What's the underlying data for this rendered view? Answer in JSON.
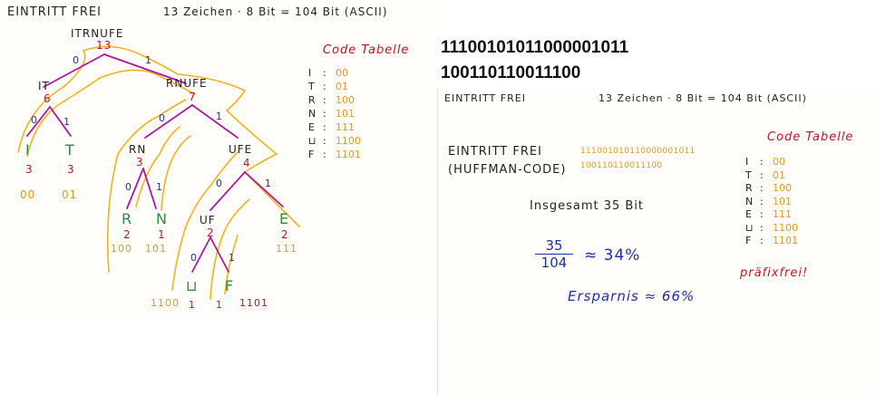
{
  "left_panel": {
    "header": "EINTRITT FREI",
    "header_count": "13 Zeichen · 8 Bit = 104 Bit (ASCII)",
    "root": {
      "label": "ITRNUFE",
      "weight": "13"
    },
    "edge_0": "0",
    "edge_1": "1",
    "node_it": {
      "label": "IT",
      "weight": "6"
    },
    "node_rnufe": {
      "label": "RNUFE",
      "weight": "7"
    },
    "node_rn": {
      "label": "RN",
      "weight": "3"
    },
    "node_ufe": {
      "label": "UFE",
      "weight": "4"
    },
    "node_uf": {
      "label": "UF",
      "weight": "2"
    },
    "leaf_i": {
      "label": "I",
      "weight": "3",
      "code": "00"
    },
    "leaf_t": {
      "label": "T",
      "weight": "3",
      "code": "01"
    },
    "leaf_r": {
      "label": "R",
      "weight": "2",
      "code": "100"
    },
    "leaf_n": {
      "label": "N",
      "weight": "1",
      "code": "101"
    },
    "leaf_e": {
      "label": "E",
      "weight": "2",
      "code": "111"
    },
    "leaf_space": {
      "label": "⊔",
      "weight": "1",
      "code": "1100"
    },
    "leaf_f": {
      "label": "F",
      "weight": "1",
      "code": "1101"
    },
    "code_table_title": "Code Tabelle",
    "code_table": [
      {
        "symbol": "I",
        "sep": ":",
        "code": "00"
      },
      {
        "symbol": "T",
        "sep": ":",
        "code": "01"
      },
      {
        "symbol": "R",
        "sep": ":",
        "code": "100"
      },
      {
        "symbol": "N",
        "sep": ":",
        "code": "101"
      },
      {
        "symbol": "E",
        "sep": ":",
        "code": "111"
      },
      {
        "symbol": "⊔",
        "sep": ":",
        "code": "1100"
      },
      {
        "symbol": "F",
        "sep": ":",
        "code": "1101"
      }
    ]
  },
  "bitstring": {
    "line1": "11100101011000001011",
    "line2": "100110110011100"
  },
  "right_panel": {
    "header": "EINTRITT FREI",
    "header_count": "13 Zeichen · 8 Bit = 104 Bit (ASCII)",
    "text_line1": "EINTRITT FREI",
    "text_line2": "(HUFFMAN-CODE)",
    "encoded_line1": "111001010110000001011",
    "encoded_line2": "100110110011100",
    "total_bits": "Insgesamt 35 Bit",
    "fraction_num": "35",
    "fraction_den": "104",
    "ratio": "≈ 34%",
    "savings": "Ersparnis ≈ 66%",
    "prefix_free": "präfixfrei!",
    "code_table_title": "Code Tabelle",
    "code_table": [
      {
        "symbol": "I",
        "sep": ":",
        "code": "00"
      },
      {
        "symbol": "T",
        "sep": ":",
        "code": "01"
      },
      {
        "symbol": "R",
        "sep": ":",
        "code": "100"
      },
      {
        "symbol": "N",
        "sep": ":",
        "code": "101"
      },
      {
        "symbol": "E",
        "sep": ":",
        "code": "111"
      },
      {
        "symbol": "⊔",
        "sep": ":",
        "code": "1100"
      },
      {
        "symbol": "F",
        "sep": ":",
        "code": "1101"
      }
    ]
  },
  "colors": {
    "tree_edge": "#b0189a",
    "region": "#f2b21c",
    "weight": "#c0141e",
    "code": "#e8971a",
    "leaf": "#2f8a3c",
    "blue": "#1c2fa6"
  }
}
